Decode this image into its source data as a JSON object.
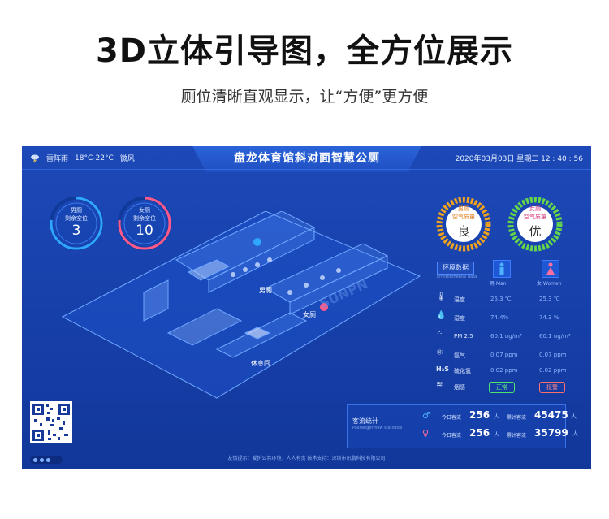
{
  "hero": {
    "title": "3D立体引导图，全方位展示",
    "subtitle": "厕位清晰直观显示，让“方便”更方便"
  },
  "screen": {
    "weather": {
      "condition": "雷阵雨",
      "temp": "18°C-22°C",
      "wind": "微风"
    },
    "title": "盘龙体育馆斜对面智慧公厕",
    "datetime": "2020年03月03日  星期二   12 : 40 : 56",
    "vacancy": [
      {
        "line1": "男厕",
        "line2": "剩余空位",
        "value": "3",
        "color": "#2fa6ff"
      },
      {
        "line1": "女厕",
        "line2": "剩余空位",
        "value": "10",
        "color": "#ff5a8a"
      }
    ],
    "air_quality": [
      {
        "line1": "男厕",
        "line2": "空气质量",
        "value": "良",
        "color": "#f0a21e"
      },
      {
        "line1": "女厕",
        "line2": "空气质量",
        "value": "优",
        "color": "#64d64a"
      }
    ],
    "floor_labels": {
      "male": "男厕",
      "female": "女厕",
      "lounge": "休息间"
    },
    "watermark": "SUNPN",
    "environment": {
      "title": "环境数据",
      "subtitle": "Environmental data",
      "male_label": "男 Man",
      "female_label": "女 Women",
      "rows": [
        {
          "icon": "thermometer-icon",
          "glyph": "🌡",
          "name": "温度",
          "male": "25.3 ℃",
          "female": "25.3 ℃"
        },
        {
          "icon": "humidity-icon",
          "glyph": "💧",
          "name": "湿度",
          "male": "74.4%",
          "female": "74.3 %"
        },
        {
          "icon": "pm25-icon",
          "glyph": "⁘",
          "name": "PM 2.5",
          "male": "60.1 ug/m³",
          "female": "60.1 ug/m³"
        },
        {
          "icon": "ammonia-icon",
          "glyph": "⚛",
          "name": "氨气",
          "male": "0.07 ppm",
          "female": "0.07 ppm"
        },
        {
          "icon": "h2s-icon",
          "glyph": "H₂S",
          "name": "硫化氢",
          "male": "0.02 ppm",
          "female": "0.02 ppm"
        },
        {
          "icon": "smoke-icon",
          "glyph": "≋",
          "name": "烟感",
          "male": "",
          "female": ""
        }
      ],
      "smoke_male": "正常",
      "smoke_female": "报警"
    },
    "traffic": {
      "title": "客流统计",
      "subtitle": "Passenger flow statistics",
      "rows": [
        {
          "icon": "male-icon",
          "today_label": "今日客流",
          "today": "256",
          "unit1": "人",
          "total_label": "累计客流",
          "total": "45475",
          "unit2": "人"
        },
        {
          "icon": "female-icon",
          "today_label": "今日客流",
          "today": "256",
          "unit1": "人",
          "total_label": "累计客流",
          "total": "35799",
          "unit2": "人"
        }
      ]
    },
    "footer": "友情提示：爱护公共环境，人人有责    技术支持：深圳市讯鹏科技有限公司"
  }
}
